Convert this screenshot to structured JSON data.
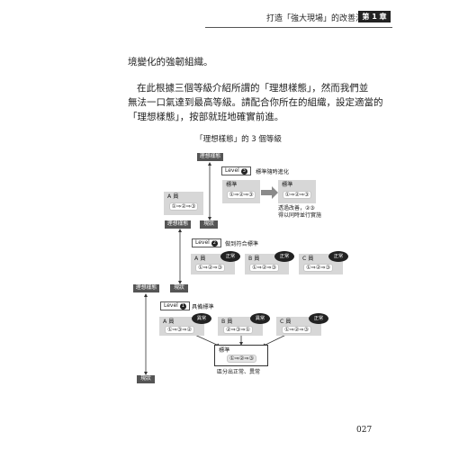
{
  "header": {
    "running_title": "打造「強大現場」的改善活動",
    "chapter_label": "第 1 章"
  },
  "body": {
    "line1": "境變化的強韌組織。",
    "line2": "在此根據三個等級介紹所謂的「理想樣態」，然而我們並",
    "line3": "無法一口氣達到最高等級。請配合你所在的組織，設定適當的",
    "line4": "「理想樣態」，按部就班地確實前進。"
  },
  "figure": {
    "title": "「理想樣態」的 3 個等級",
    "ideal_label": "理想樣態",
    "current_label": "現狀",
    "level_word": "Level",
    "level3": {
      "num": "3",
      "desc": "標準隨時進化",
      "std_before": "標準",
      "std_before_steps": "①⇒②⇒③",
      "std_after": "標準",
      "std_after_steps": "①⇒②⇒③",
      "note_line1": "透過改善，②③",
      "note_line2": "得以同時並行實施"
    },
    "level2": {
      "num": "2",
      "desc": "做到符合標準",
      "a_member": "A 員",
      "a_member_steps": "①⇒②⇒③",
      "b_member": "B 員",
      "b_member_steps": "①⇒②⇒③",
      "c_member": "C 員",
      "c_member_steps": "①⇒②⇒③",
      "normal_a": "正常",
      "normal_b": "正常",
      "normal_c": "正常"
    },
    "level1": {
      "num": "1",
      "desc": "具備標準",
      "a_member": "A 員",
      "a_member_steps": "①⇒③⇒②",
      "b_member": "B 員",
      "b_member_steps": "②⇒③⇒①",
      "c_member": "C 員",
      "c_member_steps": "①⇒②⇒③",
      "abnormal_a": "異常",
      "abnormal_b": "異常",
      "normal_c": "正常",
      "standard": "標準",
      "standard_steps": "①⇒②⇒③",
      "note": "區分出正常、異常"
    },
    "top_member": {
      "name": "A 員",
      "steps": "①⇒②⇒③"
    }
  },
  "page_number": "027"
}
